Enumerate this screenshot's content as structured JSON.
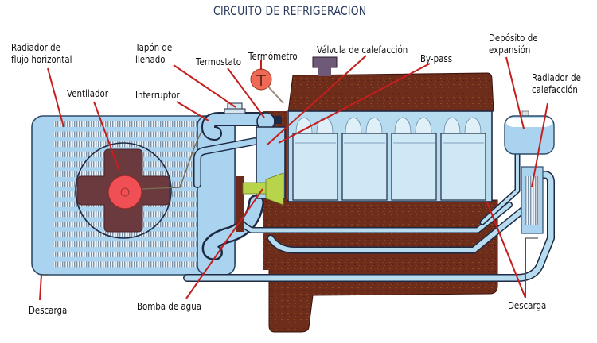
{
  "title": "CIRCUITO DE REFRIGERACION",
  "labels": {
    "radiador_flujo": "Radiador de\nflujo horizontal",
    "ventilador": "Ventilador",
    "tapon": "Tapón de\nllenado",
    "interruptor": "Interruptor",
    "termostato": "Termostato",
    "termometro": "Termómetro",
    "valvula": "Válvula de calefacción",
    "bypass": "By-pass",
    "deposito": "Depósito de\nexpansión",
    "radiador_calefaccion": "Radiador de\ncalefacción",
    "descarga_left": "Descarga",
    "bomba": "Bomba de agua",
    "descarga_right": "Descarga"
  },
  "colors": {
    "coolant": "#a9d3ee",
    "coolant_dark": "#7fb6dc",
    "outline": "#1e2a44",
    "engine": "#6b2a1a",
    "engine_dark": "#4f1c12",
    "leader": "#c41e1e",
    "fan_blade": "#6a3a3e",
    "fan_hub": "#ef4f55",
    "pump": "#b8d44a",
    "title": "#2a3a5e"
  }
}
